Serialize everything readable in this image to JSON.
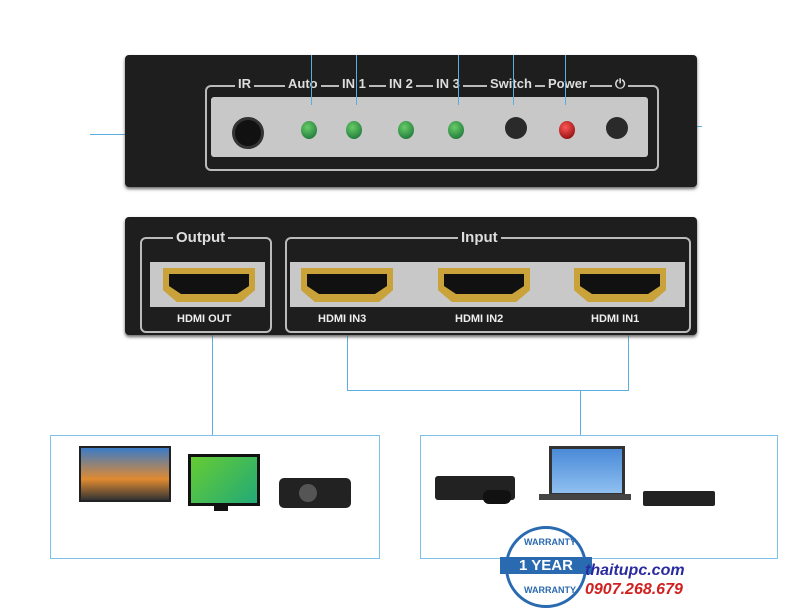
{
  "front_panel": {
    "labels": [
      "IR",
      "Auto",
      "IN 1",
      "IN 2",
      "IN 3",
      "Switch",
      "Power",
      "⏻"
    ]
  },
  "rear_panel": {
    "output_label": "Output",
    "input_label": "Input",
    "ports": [
      "HDMI OUT",
      "HDMI IN3",
      "HDMI IN2",
      "HDMI IN1"
    ]
  },
  "badge": {
    "top": "WARRANTY",
    "middle": "1 YEAR",
    "bottom": "WARRANTY"
  },
  "brand": {
    "site": "thaitupc.com",
    "phone": "0907.268.679"
  },
  "colors": {
    "line": "#5aaee0",
    "led_green": "#2a8a3a",
    "led_red": "#c02020",
    "site": "#2a2aa0",
    "phone": "#d02020"
  }
}
